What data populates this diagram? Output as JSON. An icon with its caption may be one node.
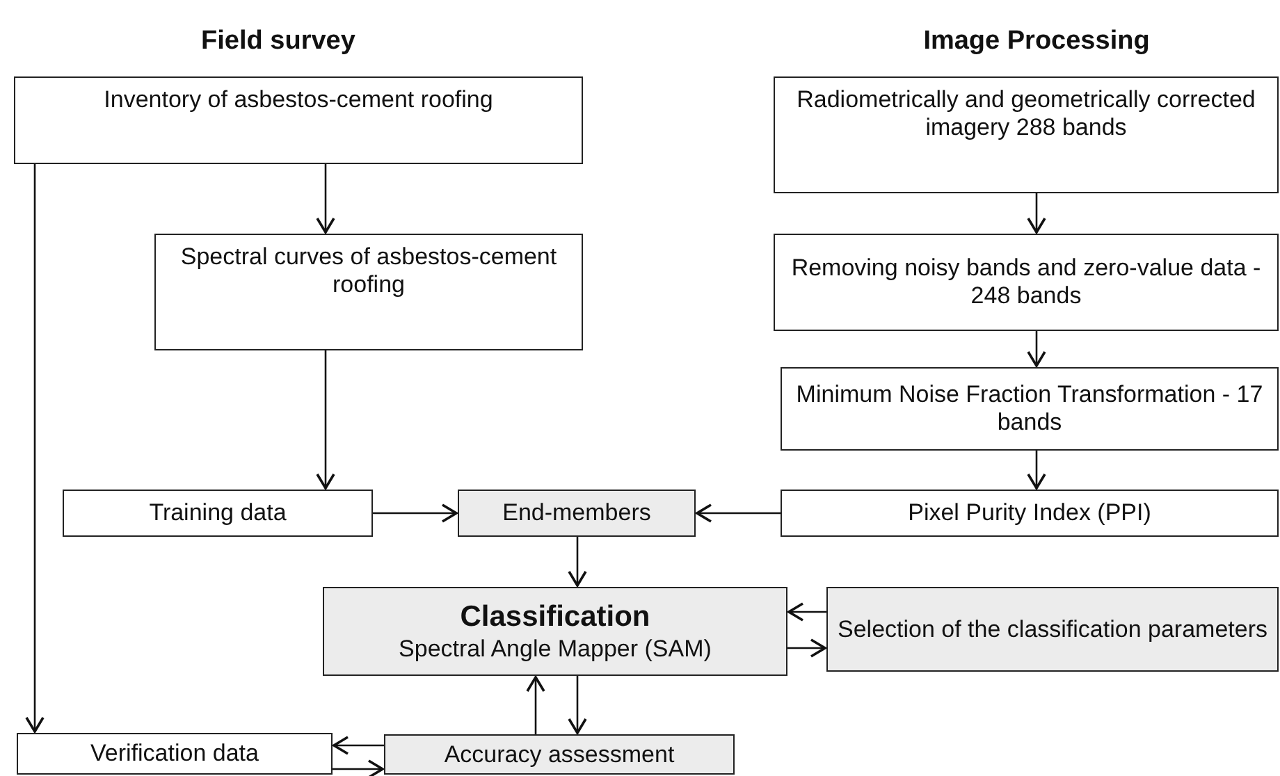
{
  "diagram": {
    "nodes": [
      {
        "text": [
          "Inventory of asbestos-cement roofing"
        ]
      },
      {
        "text": [
          "Spectral curves of asbestos-cement roofing"
        ]
      },
      {
        "text": [
          "Training data"
        ]
      },
      {
        "text": [
          "End-members"
        ]
      },
      {
        "text": [
          "Radiometrically and geometrically corrected imagery 288 bands"
        ]
      },
      {
        "text": [
          "Removing noisy bands and zero-value data - 248 bands"
        ]
      },
      {
        "text": [
          "Minimum Noise Fraction Transformation - 17 bands"
        ]
      },
      {
        "text": [
          "Pixel Purity Index (PPI)"
        ]
      },
      {
        "text": [
          "Classification",
          "Spectral Angle Mapper (SAM)"
        ]
      },
      {
        "text": [
          "Selection of the classification parameters"
        ]
      },
      {
        "text": [
          "Verification data"
        ]
      },
      {
        "text": [
          "Accuracy assessment"
        ]
      }
    ],
    "edges": [
      {
        "from": 0,
        "to": 1,
        "arrow": "to"
      },
      {
        "from": 1,
        "to": 2,
        "arrow": "to"
      },
      {
        "from": 0,
        "to": 10,
        "arrow": "to"
      },
      {
        "from": 2,
        "to": 3,
        "arrow": "to"
      },
      {
        "from": 4,
        "to": 5,
        "arrow": "to"
      },
      {
        "from": 5,
        "to": 6,
        "arrow": "to"
      },
      {
        "from": 6,
        "to": 7,
        "arrow": "to"
      },
      {
        "from": 7,
        "to": 3,
        "arrow": "to"
      },
      {
        "from": 3,
        "to": 8,
        "arrow": "to"
      },
      {
        "from": 9,
        "to": 8,
        "arrow": "to"
      },
      {
        "from": 8,
        "to": 9,
        "arrow": "to"
      },
      {
        "from": 8,
        "to": 11,
        "arrow": "to"
      },
      {
        "from": 11,
        "to": 8,
        "arrow": "to"
      },
      {
        "from": 11,
        "to": 10,
        "arrow": "to"
      },
      {
        "from": 10,
        "to": 11,
        "arrow": "to"
      }
    ],
    "labels": [
      "Field survey",
      "Image Processing"
    ]
  }
}
